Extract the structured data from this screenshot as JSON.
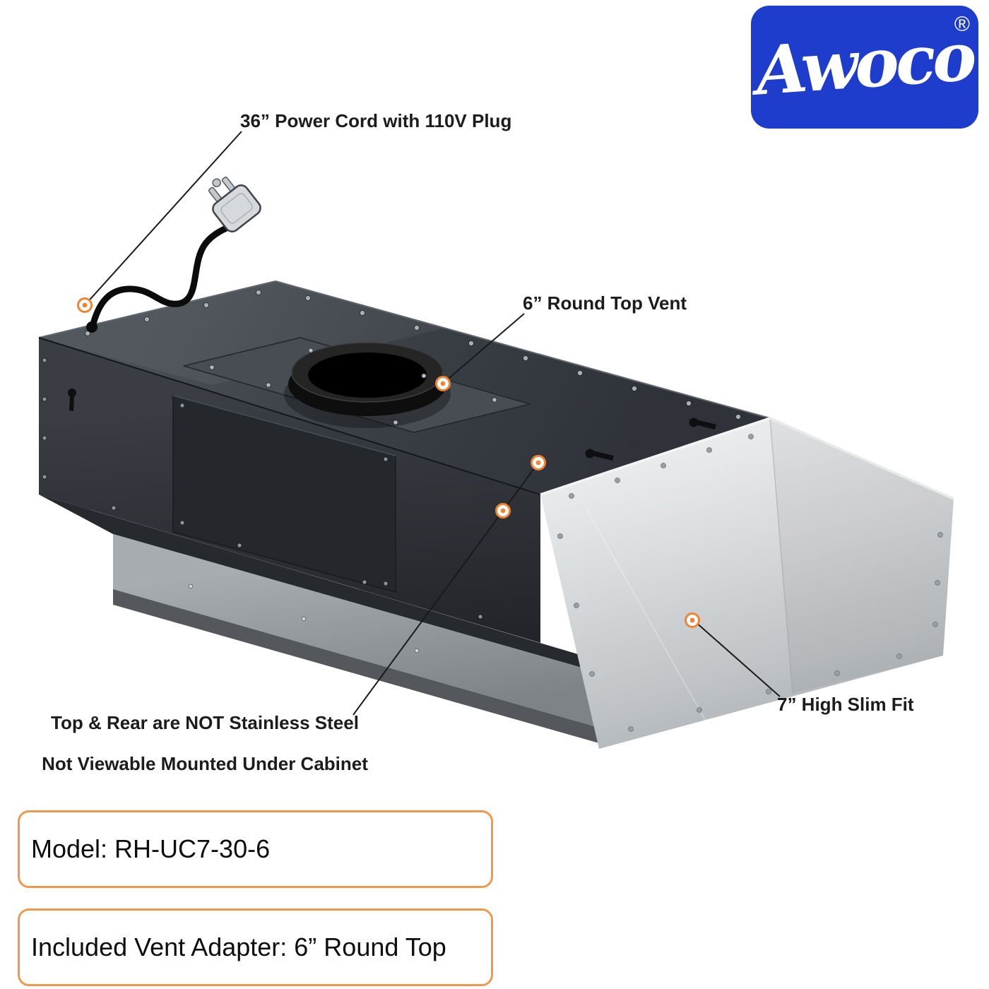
{
  "logo": {
    "brand": "Awoco",
    "registered_mark": "®",
    "background_color": "#1e3dcc",
    "text_color": "#ffffff"
  },
  "callouts": {
    "power_cord": {
      "label": "36” Power Cord with 110V Plug"
    },
    "round_top_vent": {
      "label": "6” Round Top Vent"
    },
    "slim_fit": {
      "label": "7” High Slim Fit"
    },
    "not_stainless": {
      "line1": "Top & Rear are NOT Stainless Steel",
      "line2": "Not Viewable Mounted Under Cabinet"
    }
  },
  "info_boxes": {
    "model": {
      "text": "Model: RH-UC7-30-6"
    },
    "vent_adapter": {
      "text": "Included Vent Adapter: 6” Round Top"
    }
  },
  "colors": {
    "accent_orange": "#ee8534",
    "info_box_border": "#f0994e",
    "callout_text": "#1c1c1c",
    "hood_dark_top": "#3b4046",
    "hood_dark_rear": "#2d3136",
    "stainless_light": "#eff0f1",
    "stainless_dark": "#a5aaae",
    "logo_blue": "#1e3dcc"
  }
}
